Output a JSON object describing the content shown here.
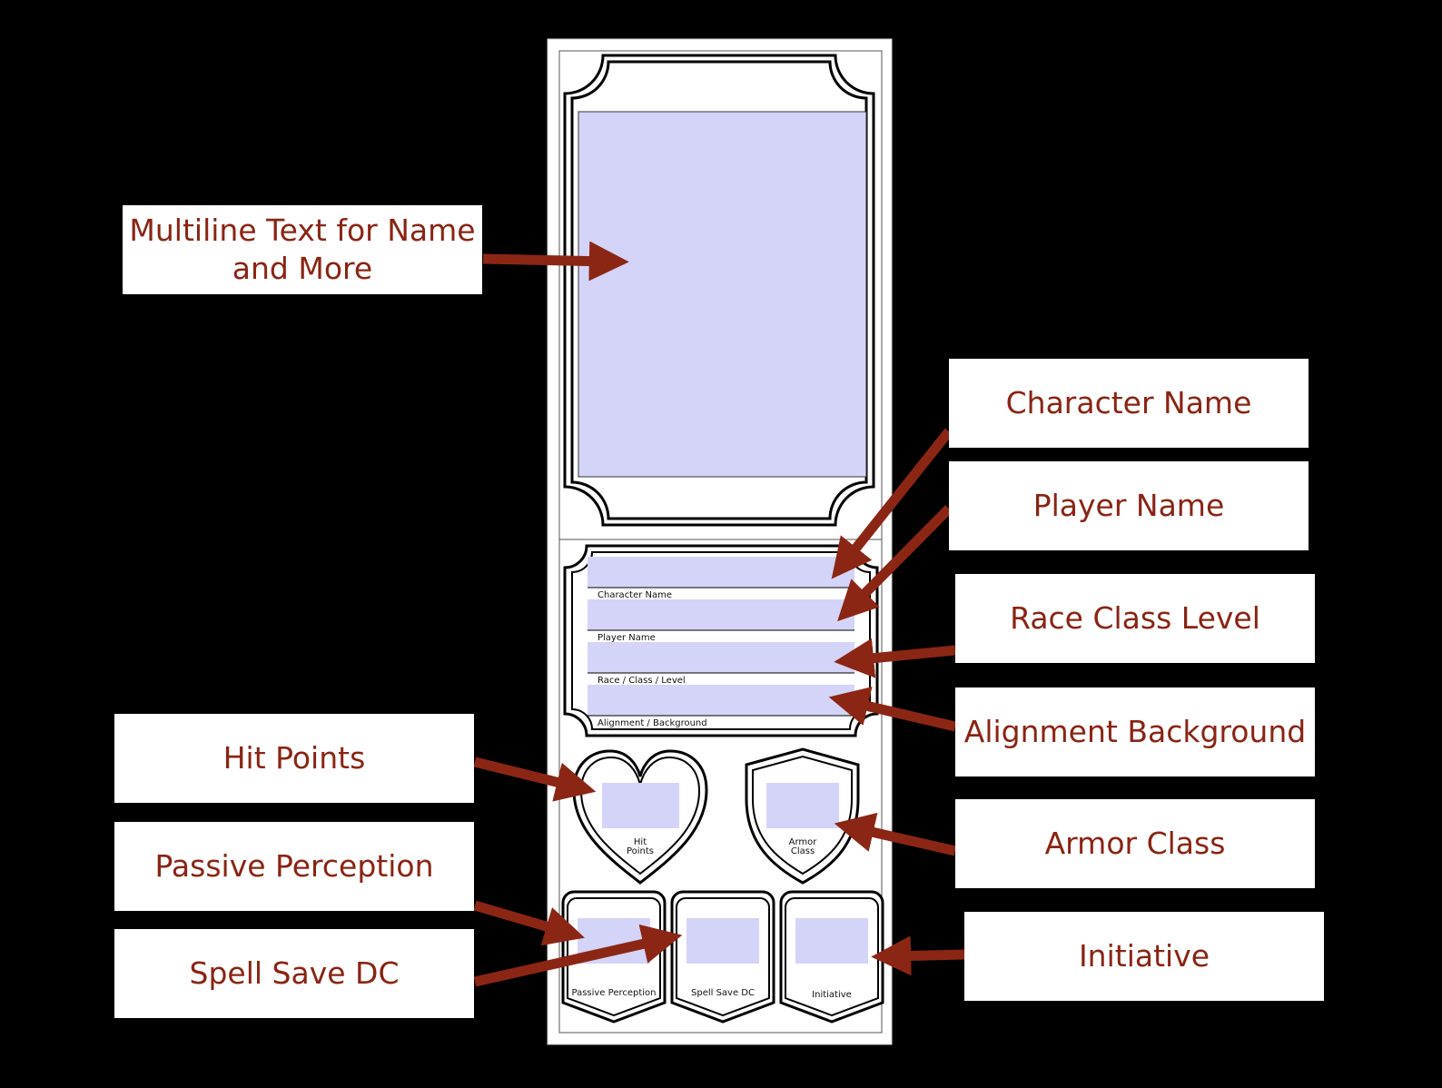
{
  "colors": {
    "background": "#000000",
    "callout_text": "#8a2414",
    "arrow": "#8b2614",
    "field_fill": "#d4d4f8",
    "sheet": "#ffffff",
    "frame_stroke": "#000000"
  },
  "sheet": {
    "labels": {
      "character_name": "Character Name",
      "player_name": "Player Name",
      "race_class_level": "Race / Class / Level",
      "alignment_background": "Alignment / Background",
      "hit_points_line1": "Hit",
      "hit_points_line2": "Points",
      "armor_class_line1": "Armor",
      "armor_class_line2": "Class",
      "passive_perception": "Passive Perception",
      "spell_save_dc": "Spell Save DC",
      "initiative": "Initiative"
    },
    "icons": {
      "portrait_frame": "ornate-frame-icon",
      "hit_points": "heart-icon",
      "armor_class": "shield-icon",
      "stat_badge": "badge-icon"
    }
  },
  "callouts": {
    "multiline_line1": "Multiline Text for Name",
    "multiline_line2": "and More",
    "character_name": "Character Name",
    "player_name": "Player Name",
    "race_class_level": "Race Class Level",
    "alignment_background": "Alignment Background",
    "hit_points": "Hit Points",
    "armor_class": "Armor Class",
    "passive_perception": "Passive Perception",
    "spell_save_dc": "Spell Save DC",
    "initiative": "Initiative"
  }
}
